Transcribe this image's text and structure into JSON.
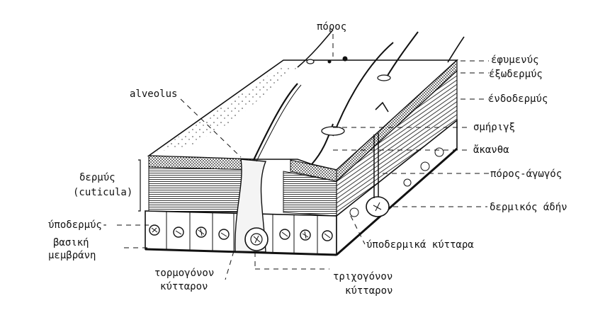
{
  "labels": {
    "poros": "πόρος",
    "efymenis": "έφυμενύς",
    "exodermis": "έξωδερμύς",
    "endodermis": "ένδοδερμύς",
    "sminx": "σμήριγξ",
    "akantha": "ἄκανθα",
    "poros_agogos": "πόρος-άγωγός",
    "dermikos_aden": "δερμικός άδήν",
    "ypodermika": "ύποδερμικά κύτταρα",
    "alveolus": "alveolus",
    "dermis": "δερμύς",
    "cuticula": "(cuticula)",
    "ypodermis": "ύποδερμύς-",
    "vasiki": "βασική",
    "membrani": "μεμβράνη",
    "tormogonon": "τορμογόνον",
    "tormogonon_2": "κύτταρον",
    "trichogonon": "τριχογόνον",
    "trichogonon_2": "κύτταρον"
  }
}
